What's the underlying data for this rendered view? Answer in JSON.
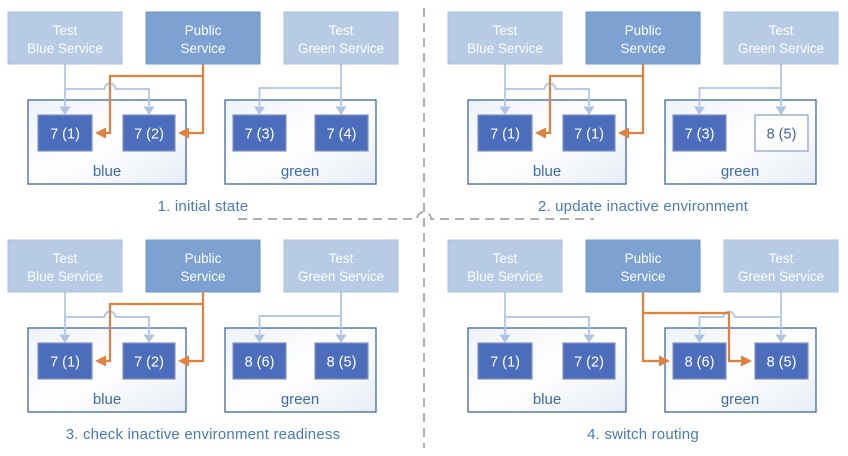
{
  "diagram": {
    "subject": "blue-green deployment routing",
    "colors": {
      "accent_orange": "#e2813b",
      "wire_light_blue": "#adc4e5",
      "pod_blue": "#4c6cbc",
      "service_box_light": "#b8cbe5",
      "service_box_medium": "#7da1d1",
      "environment_border_blue": "#3f66ae",
      "caption_blue": "#4779c4",
      "divider_gray": "#a3a3a3"
    }
  },
  "panels": [
    {
      "caption": "1. initial state",
      "public_routes_to": "blue",
      "services": [
        {
          "line1": "Test",
          "line2": "Blue Service"
        },
        {
          "line1": "Public",
          "line2": "Service"
        },
        {
          "line1": "Test",
          "line2": "Green Service"
        }
      ],
      "environments": [
        {
          "label": "blue",
          "pods": [
            {
              "label": "7 (1)",
              "state": "running"
            },
            {
              "label": "7 (2)",
              "state": "running"
            }
          ]
        },
        {
          "label": "green",
          "pods": [
            {
              "label": "7 (3)",
              "state": "running"
            },
            {
              "label": "7 (4)",
              "state": "running"
            }
          ]
        }
      ]
    },
    {
      "caption": "2. update inactive environment",
      "public_routes_to": "blue",
      "services": [
        {
          "line1": "Test",
          "line2": "Blue Service"
        },
        {
          "line1": "Public",
          "line2": "Service"
        },
        {
          "line1": "Test",
          "line2": "Green Service"
        }
      ],
      "environments": [
        {
          "label": "blue",
          "pods": [
            {
              "label": "7 (1)",
              "state": "running"
            },
            {
              "label": "7 (1)",
              "state": "running"
            }
          ]
        },
        {
          "label": "green",
          "pods": [
            {
              "label": "7 (3)",
              "state": "running"
            },
            {
              "label": "8 (5)",
              "state": "creating"
            }
          ]
        }
      ]
    },
    {
      "caption": "3. check inactive environment readiness",
      "public_routes_to": "blue",
      "services": [
        {
          "line1": "Test",
          "line2": "Blue Service"
        },
        {
          "line1": "Public",
          "line2": "Service"
        },
        {
          "line1": "Test",
          "line2": "Green Service"
        }
      ],
      "environments": [
        {
          "label": "blue",
          "pods": [
            {
              "label": "7 (1)",
              "state": "running"
            },
            {
              "label": "7 (2)",
              "state": "running"
            }
          ]
        },
        {
          "label": "green",
          "pods": [
            {
              "label": "8 (6)",
              "state": "running"
            },
            {
              "label": "8 (5)",
              "state": "running"
            }
          ]
        }
      ]
    },
    {
      "caption": "4. switch routing",
      "public_routes_to": "green",
      "services": [
        {
          "line1": "Test",
          "line2": "Blue Service"
        },
        {
          "line1": "Public",
          "line2": "Service"
        },
        {
          "line1": "Test",
          "line2": "Green Service"
        }
      ],
      "environments": [
        {
          "label": "blue",
          "pods": [
            {
              "label": "7 (1)",
              "state": "running"
            },
            {
              "label": "7 (2)",
              "state": "running"
            }
          ]
        },
        {
          "label": "green",
          "pods": [
            {
              "label": "8 (6)",
              "state": "running"
            },
            {
              "label": "8 (5)",
              "state": "running"
            }
          ]
        }
      ]
    }
  ]
}
